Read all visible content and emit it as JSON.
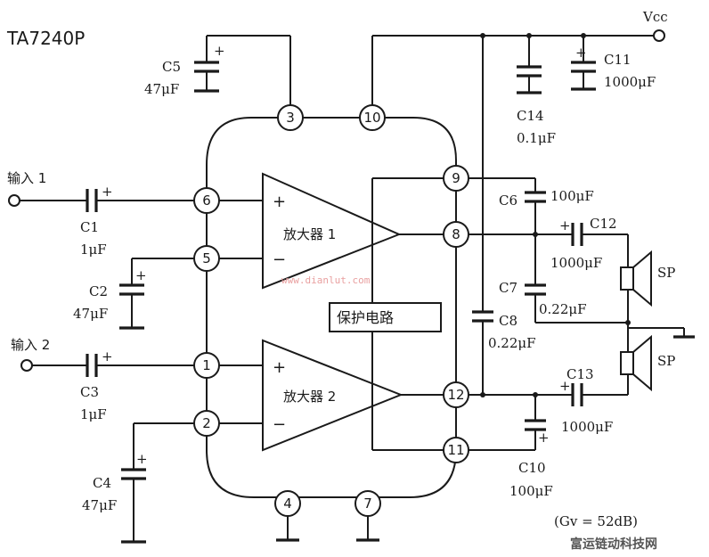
{
  "title": "TA7240P",
  "supply_label": "Vcc",
  "gain_note": "(Gv = 52dB)",
  "watermark": "www.dianlut.com",
  "logo": "富运链动科技网",
  "protection_label": "保护电路",
  "amplifiers": [
    {
      "label": "放大器 1",
      "plus": "+",
      "minus": "−"
    },
    {
      "label": "放大器 2",
      "plus": "+",
      "minus": "−"
    }
  ],
  "inputs": [
    {
      "label": "输入 1"
    },
    {
      "label": "输入 2"
    }
  ],
  "pins": [
    "3",
    "10",
    "9",
    "6",
    "5",
    "8",
    "1",
    "2",
    "12",
    "11",
    "4",
    "7"
  ],
  "capacitors": [
    {
      "ref": "C1",
      "value": "1μF"
    },
    {
      "ref": "C2",
      "value": "47μF"
    },
    {
      "ref": "C3",
      "value": "1μF"
    },
    {
      "ref": "C4",
      "value": "47μF"
    },
    {
      "ref": "C5",
      "value": "47μF"
    },
    {
      "ref": "C6",
      "value": "100μF"
    },
    {
      "ref": "C7",
      "value": "0.22μF"
    },
    {
      "ref": "C8",
      "value": "0.22μF"
    },
    {
      "ref": "C10",
      "value": "100μF"
    },
    {
      "ref": "C11",
      "value": "1000μF"
    },
    {
      "ref": "C12",
      "value": "1000μF"
    },
    {
      "ref": "C13",
      "value": "1000μF"
    },
    {
      "ref": "C14",
      "value": "0.1μF"
    }
  ],
  "speakers": [
    "SP",
    "SP"
  ]
}
